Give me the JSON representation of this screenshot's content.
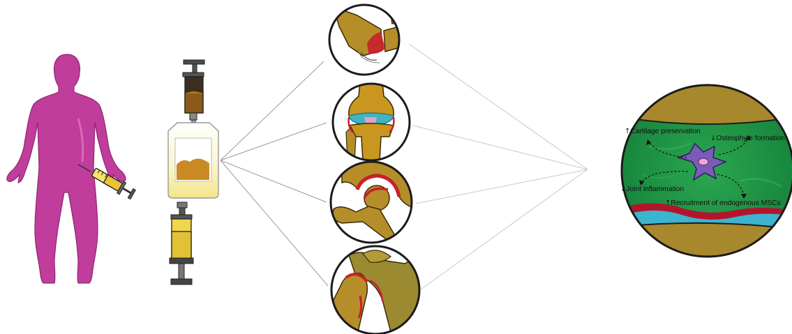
{
  "colors": {
    "body": "#c03d9b",
    "bone": "#b58e2a",
    "bone_dark": "#3a2a0a",
    "inflamed": "#c8202b",
    "cartilage": "#3fb4c4",
    "tissue": "#1f9a45",
    "vessel": "#b3142c",
    "msc_cell": "#7a5cb8",
    "connector": "#9a9a9a"
  },
  "figure": {
    "person": {
      "icon": "human-silhouette-icon"
    },
    "injection": {
      "icon": "syringe-icon"
    },
    "processing": {
      "icon": "processing-bag-with-syringes-icon"
    },
    "joints": [
      {
        "icon": "ankle-joint-icon"
      },
      {
        "icon": "knee-joint-icon"
      },
      {
        "icon": "hip-joint-icon"
      },
      {
        "icon": "shoulder-joint-icon"
      }
    ],
    "mechanism": {
      "icon": "joint-tissue-zoom-icon",
      "labels": {
        "cartilage": "Cartilage preservation",
        "osteophyte": "Osteophyte formation",
        "inflammation": "Joint inflammation",
        "recruitment": "Recruitment of endogenous MSCs"
      },
      "arrows": {
        "cartilage": "↑",
        "osteophyte": "↓",
        "inflammation": "↓",
        "recruitment": "↑"
      }
    }
  }
}
